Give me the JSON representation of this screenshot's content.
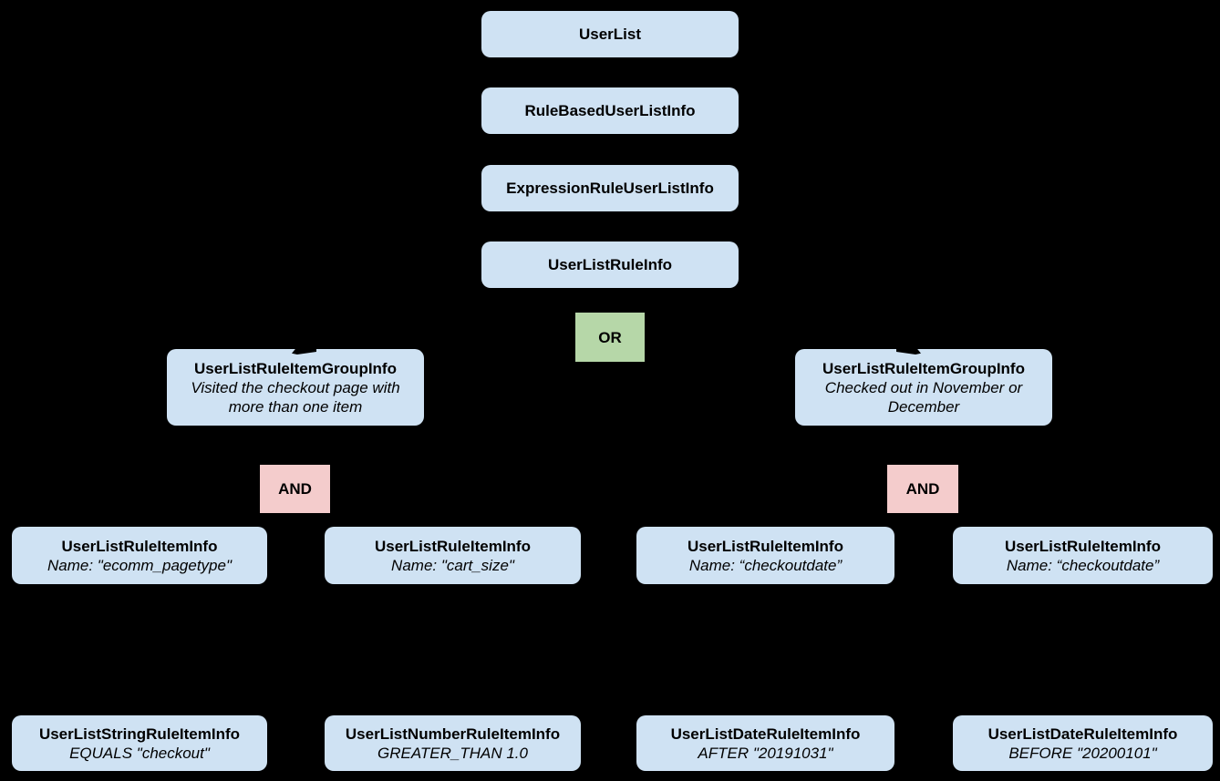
{
  "colors": {
    "background": "#000000",
    "class_box": "#cfe2f3",
    "or_box": "#b6d7a8",
    "and_box": "#f4cccc",
    "text": "#000000"
  },
  "nodes": {
    "userlist": {
      "title": "UserList"
    },
    "rule_based_user_list_info": {
      "title": "RuleBasedUserListInfo"
    },
    "expression_rule_user_list_info": {
      "title": "ExpressionRuleUserListInfo"
    },
    "user_list_rule_info": {
      "title": "UserListRuleInfo"
    },
    "or_operator": {
      "label": "OR"
    },
    "group_left": {
      "title": "UserListRuleItemGroupInfo",
      "note": "Visited the checkout page with more than one item"
    },
    "group_right": {
      "title": "UserListRuleItemGroupInfo",
      "note": "Checked out in November or December"
    },
    "and_left": {
      "label": "AND"
    },
    "and_right": {
      "label": "AND"
    },
    "rule_item_1": {
      "title": "UserListRuleItemInfo",
      "name": "Name: \"ecomm_pagetype\""
    },
    "rule_item_2": {
      "title": "UserListRuleItemInfo",
      "name": "Name: \"cart_size\""
    },
    "rule_item_3": {
      "title": "UserListRuleItemInfo",
      "name": "Name: “checkoutdate”"
    },
    "rule_item_4": {
      "title": "UserListRuleItemInfo",
      "name": "Name: “checkoutdate”"
    },
    "leaf_string": {
      "title": "UserListStringRuleItemInfo",
      "condition": "EQUALS \"checkout\""
    },
    "leaf_number": {
      "title": "UserListNumberRuleItemInfo",
      "condition": "GREATER_THAN 1.0"
    },
    "leaf_date_after": {
      "title": "UserListDateRuleItemInfo",
      "condition": "AFTER \"20191031\""
    },
    "leaf_date_before": {
      "title": "UserListDateRuleItemInfo",
      "condition": "BEFORE \"20200101\""
    }
  }
}
